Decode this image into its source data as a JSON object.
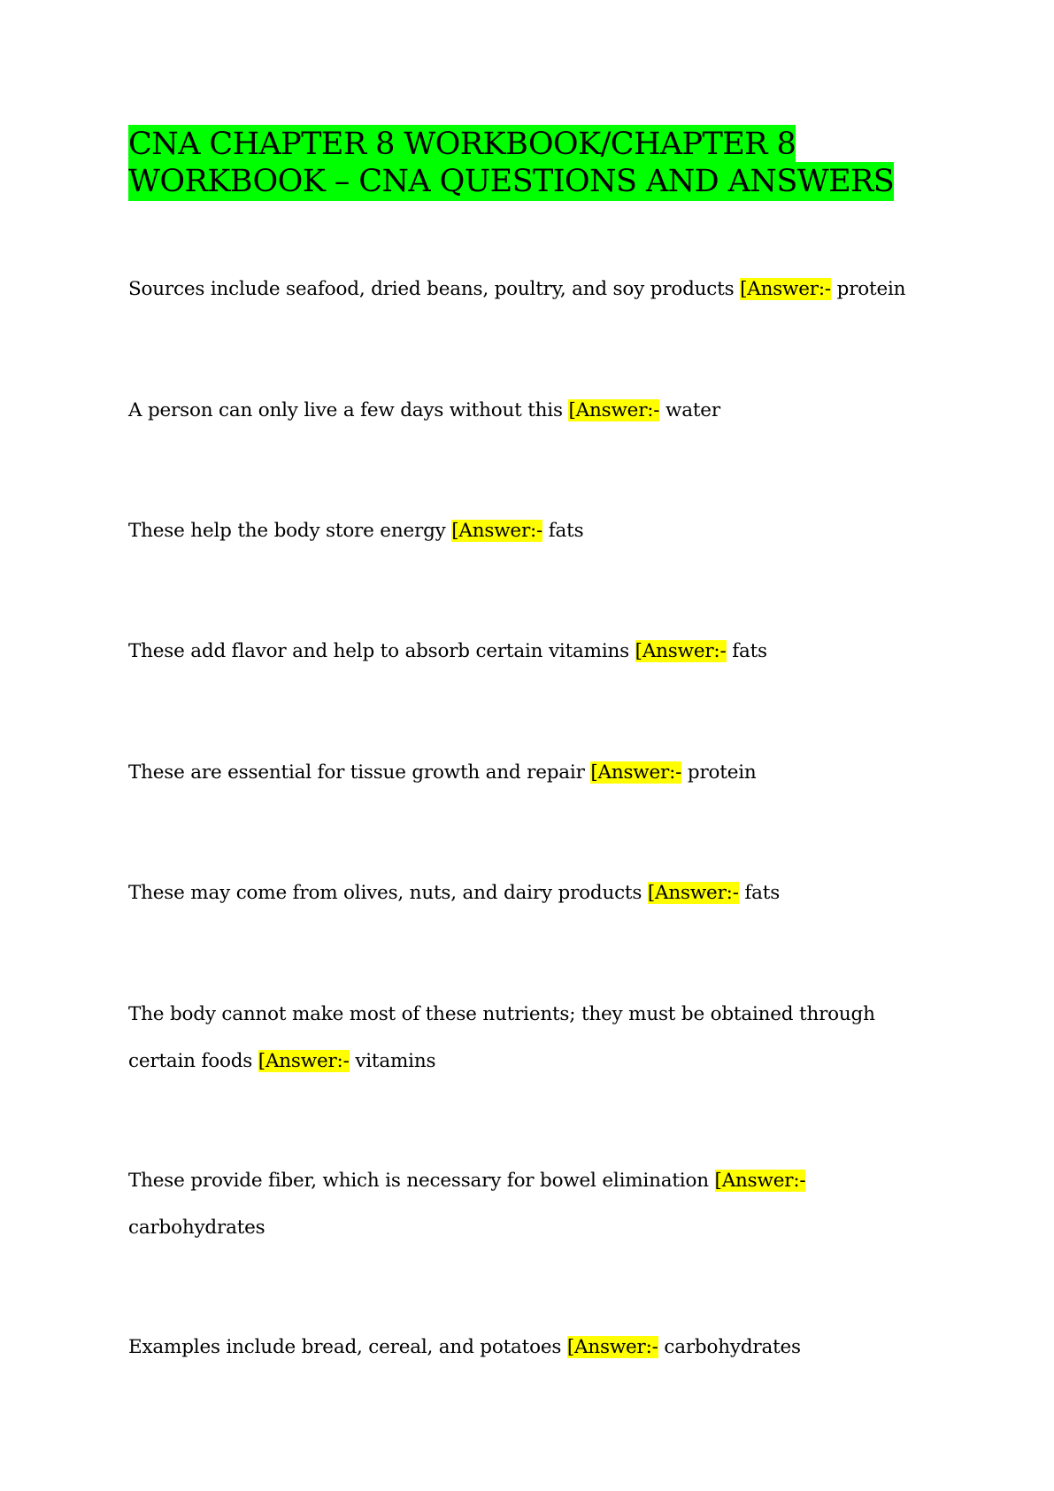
{
  "document": {
    "title": "CNA CHAPTER 8 WORKBOOK/CHAPTER 8 WORKBOOK – CNA QUESTIONS AND ANSWERS",
    "answer_label": "[Answer:-",
    "items": [
      {
        "question": "Sources include seafood, dried beans, poultry, and soy products",
        "answer": "protein"
      },
      {
        "question": "A person can only live a few days without this",
        "answer": "water"
      },
      {
        "question": "These help the body store energy",
        "answer": "fats"
      },
      {
        "question": "These add flavor and help to absorb certain vitamins",
        "answer": "fats"
      },
      {
        "question": "These are essential for tissue growth and repair",
        "answer": "protein"
      },
      {
        "question": "These may come from olives, nuts, and dairy products",
        "answer": "fats"
      },
      {
        "question": "The body cannot make most of these nutrients; they must be obtained through certain foods",
        "answer": "vitamins"
      },
      {
        "question": "These provide fiber, which is necessary for bowel elimination",
        "answer": "carbohydrates"
      },
      {
        "question": "Examples include bread, cereal, and potatoes",
        "answer": "carbohydrates"
      }
    ]
  },
  "colors": {
    "title_highlight": "#00ff00",
    "answer_highlight": "#ffff00"
  }
}
